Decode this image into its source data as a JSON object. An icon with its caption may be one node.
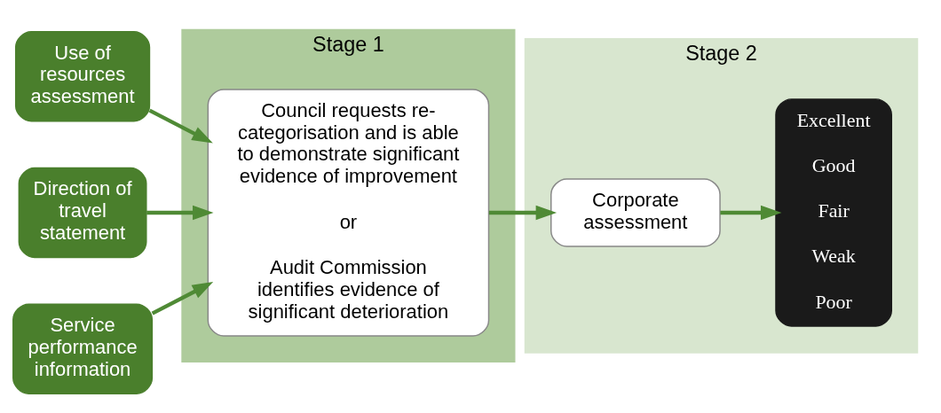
{
  "diagram": {
    "nodes": [
      {
        "text": [
          "Use of resources assessment"
        ]
      },
      {
        "text": [
          "Direction of travel statement"
        ]
      },
      {
        "text": [
          "Service performance information"
        ]
      },
      {
        "text": [
          "Stage 1"
        ]
      },
      {
        "text": [
          "Council requests re-categorisation and is able to demonstrate significant evidence of improvement",
          "or",
          "Audit Commission identifies evidence of significant deterioration"
        ],
        "in": 3
      },
      {
        "text": [
          "Stage 2"
        ]
      },
      {
        "text": [
          "Corporate assessment"
        ],
        "in": 5
      },
      {
        "text": [
          "Excellent",
          "Good",
          "Fair",
          "Weak",
          "Poor"
        ],
        "in": 5
      }
    ],
    "edges": [
      {
        "from": 0,
        "to": 4,
        "arrow": "to"
      },
      {
        "from": 1,
        "to": 4,
        "arrow": "to"
      },
      {
        "from": 2,
        "to": 4,
        "arrow": "to"
      },
      {
        "from": 4,
        "to": 6,
        "arrow": "to"
      },
      {
        "from": 6,
        "to": 7,
        "arrow": "to"
      }
    ]
  }
}
